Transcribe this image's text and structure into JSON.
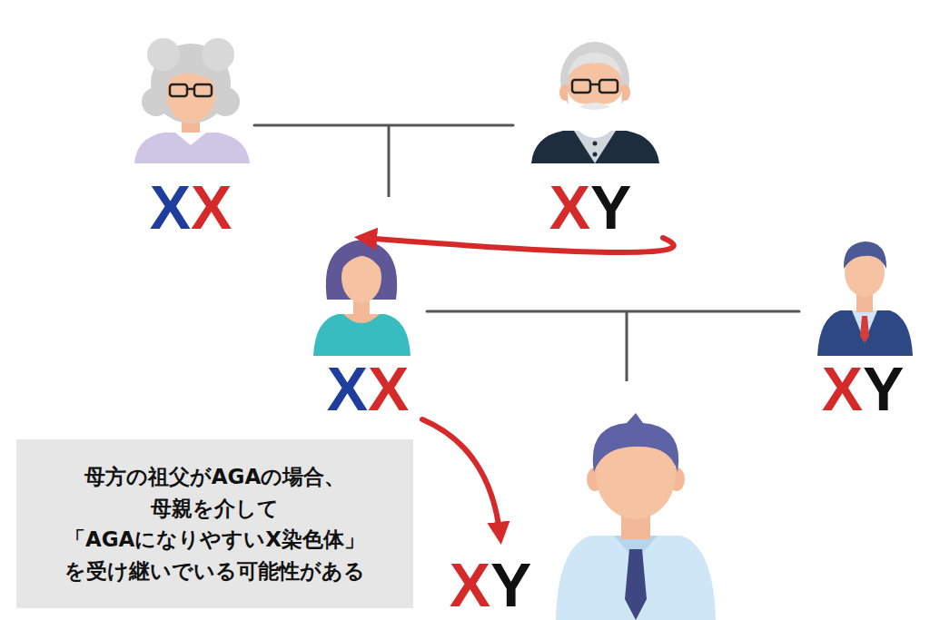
{
  "diagram": {
    "nodes": [
      {
        "text": [
          "XX"
        ]
      },
      {
        "text": [
          "XY"
        ]
      },
      {
        "text": [
          "XX"
        ]
      },
      {
        "text": [
          "XY"
        ]
      },
      {
        "text": [
          "XY"
        ]
      },
      {
        "text": [
          "母方の祖父がAGAの場合、 母親を介して 「AGAになりやすいX染色体」 を受け継いでいる可能性がある"
        ]
      }
    ],
    "edges": [
      {
        "from": 0,
        "to": 1,
        "arrow": "none"
      },
      {
        "from": 1,
        "to": 2,
        "arrow": "to"
      },
      {
        "from": 2,
        "to": 3,
        "arrow": "none"
      },
      {
        "from": 2,
        "to": 4,
        "arrow": "to"
      }
    ]
  }
}
